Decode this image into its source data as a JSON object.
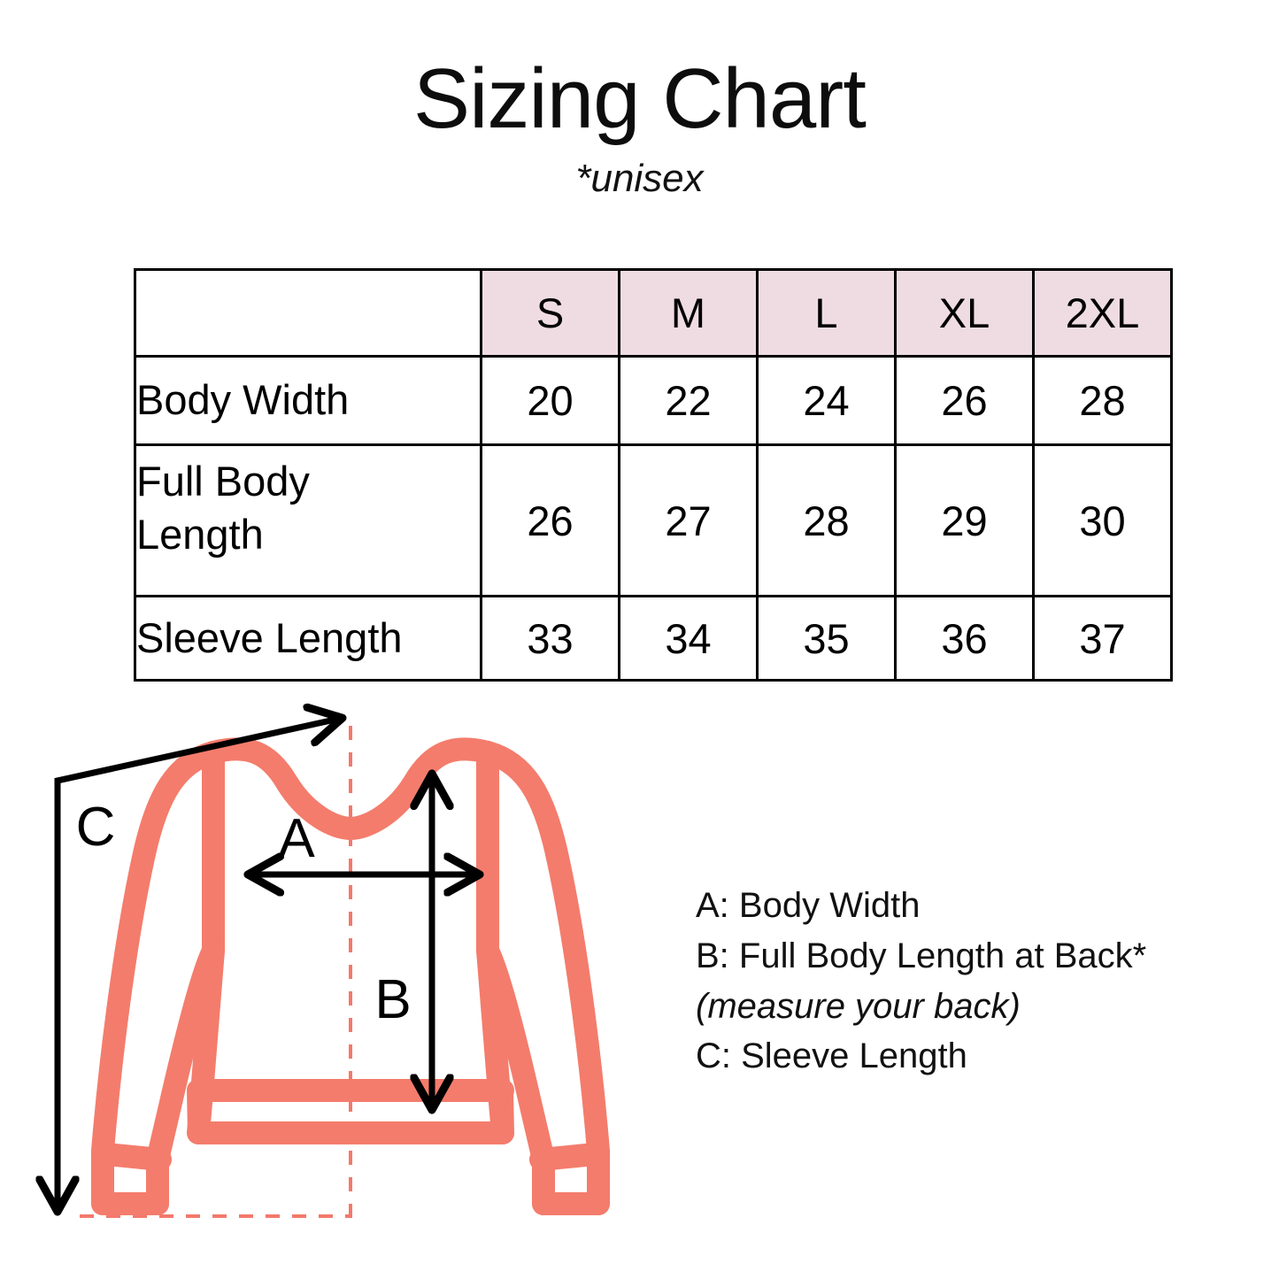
{
  "header": {
    "title": "Sizing Chart",
    "subtitle": "*unisex"
  },
  "chart_data": {
    "type": "table",
    "title": "Sizing Chart",
    "subtitle": "*unisex",
    "columns": [
      "",
      "S",
      "M",
      "L",
      "XL",
      "2XL"
    ],
    "rows": [
      {
        "label": "Body Width",
        "values": [
          "20",
          "22",
          "24",
          "26",
          "28"
        ]
      },
      {
        "label": "Full Body Length",
        "values": [
          "26",
          "27",
          "28",
          "29",
          "30"
        ]
      },
      {
        "label": "Sleeve Length",
        "values": [
          "33",
          "34",
          "35",
          "36",
          "37"
        ]
      }
    ],
    "header_fill": "#EFDCE3",
    "border_color": "#000000",
    "legend_position": "right"
  },
  "table": {
    "header": {
      "blank": "",
      "s": "S",
      "m": "M",
      "l": "L",
      "xl": "XL",
      "xxl": "2XL"
    },
    "rows": [
      {
        "label": "Body Width",
        "label_line1": "Body Width",
        "label_line2": "",
        "s": "20",
        "m": "22",
        "l": "24",
        "xl": "26",
        "xxl": "28"
      },
      {
        "label": "Full Body Length",
        "label_line1": "Full Body",
        "label_line2": "Length",
        "s": "26",
        "m": "27",
        "l": "28",
        "xl": "29",
        "xxl": "30"
      },
      {
        "label": "Sleeve Length",
        "label_line1": "Sleeve Length",
        "label_line2": "",
        "s": "33",
        "m": "34",
        "l": "35",
        "xl": "36",
        "xxl": "37"
      }
    ]
  },
  "diagram": {
    "markers": {
      "a": "A",
      "b": "B",
      "c": "C"
    },
    "garment_color": "#F47C6C",
    "guide_color": "#F4796B",
    "arrow_color": "#000000",
    "garment_name": "sweater-back-view"
  },
  "legend": {
    "lines": [
      "A: Body Width",
      "B: Full Body Length at Back*",
      "(measure your back)",
      "C: Sleeve Length"
    ]
  }
}
